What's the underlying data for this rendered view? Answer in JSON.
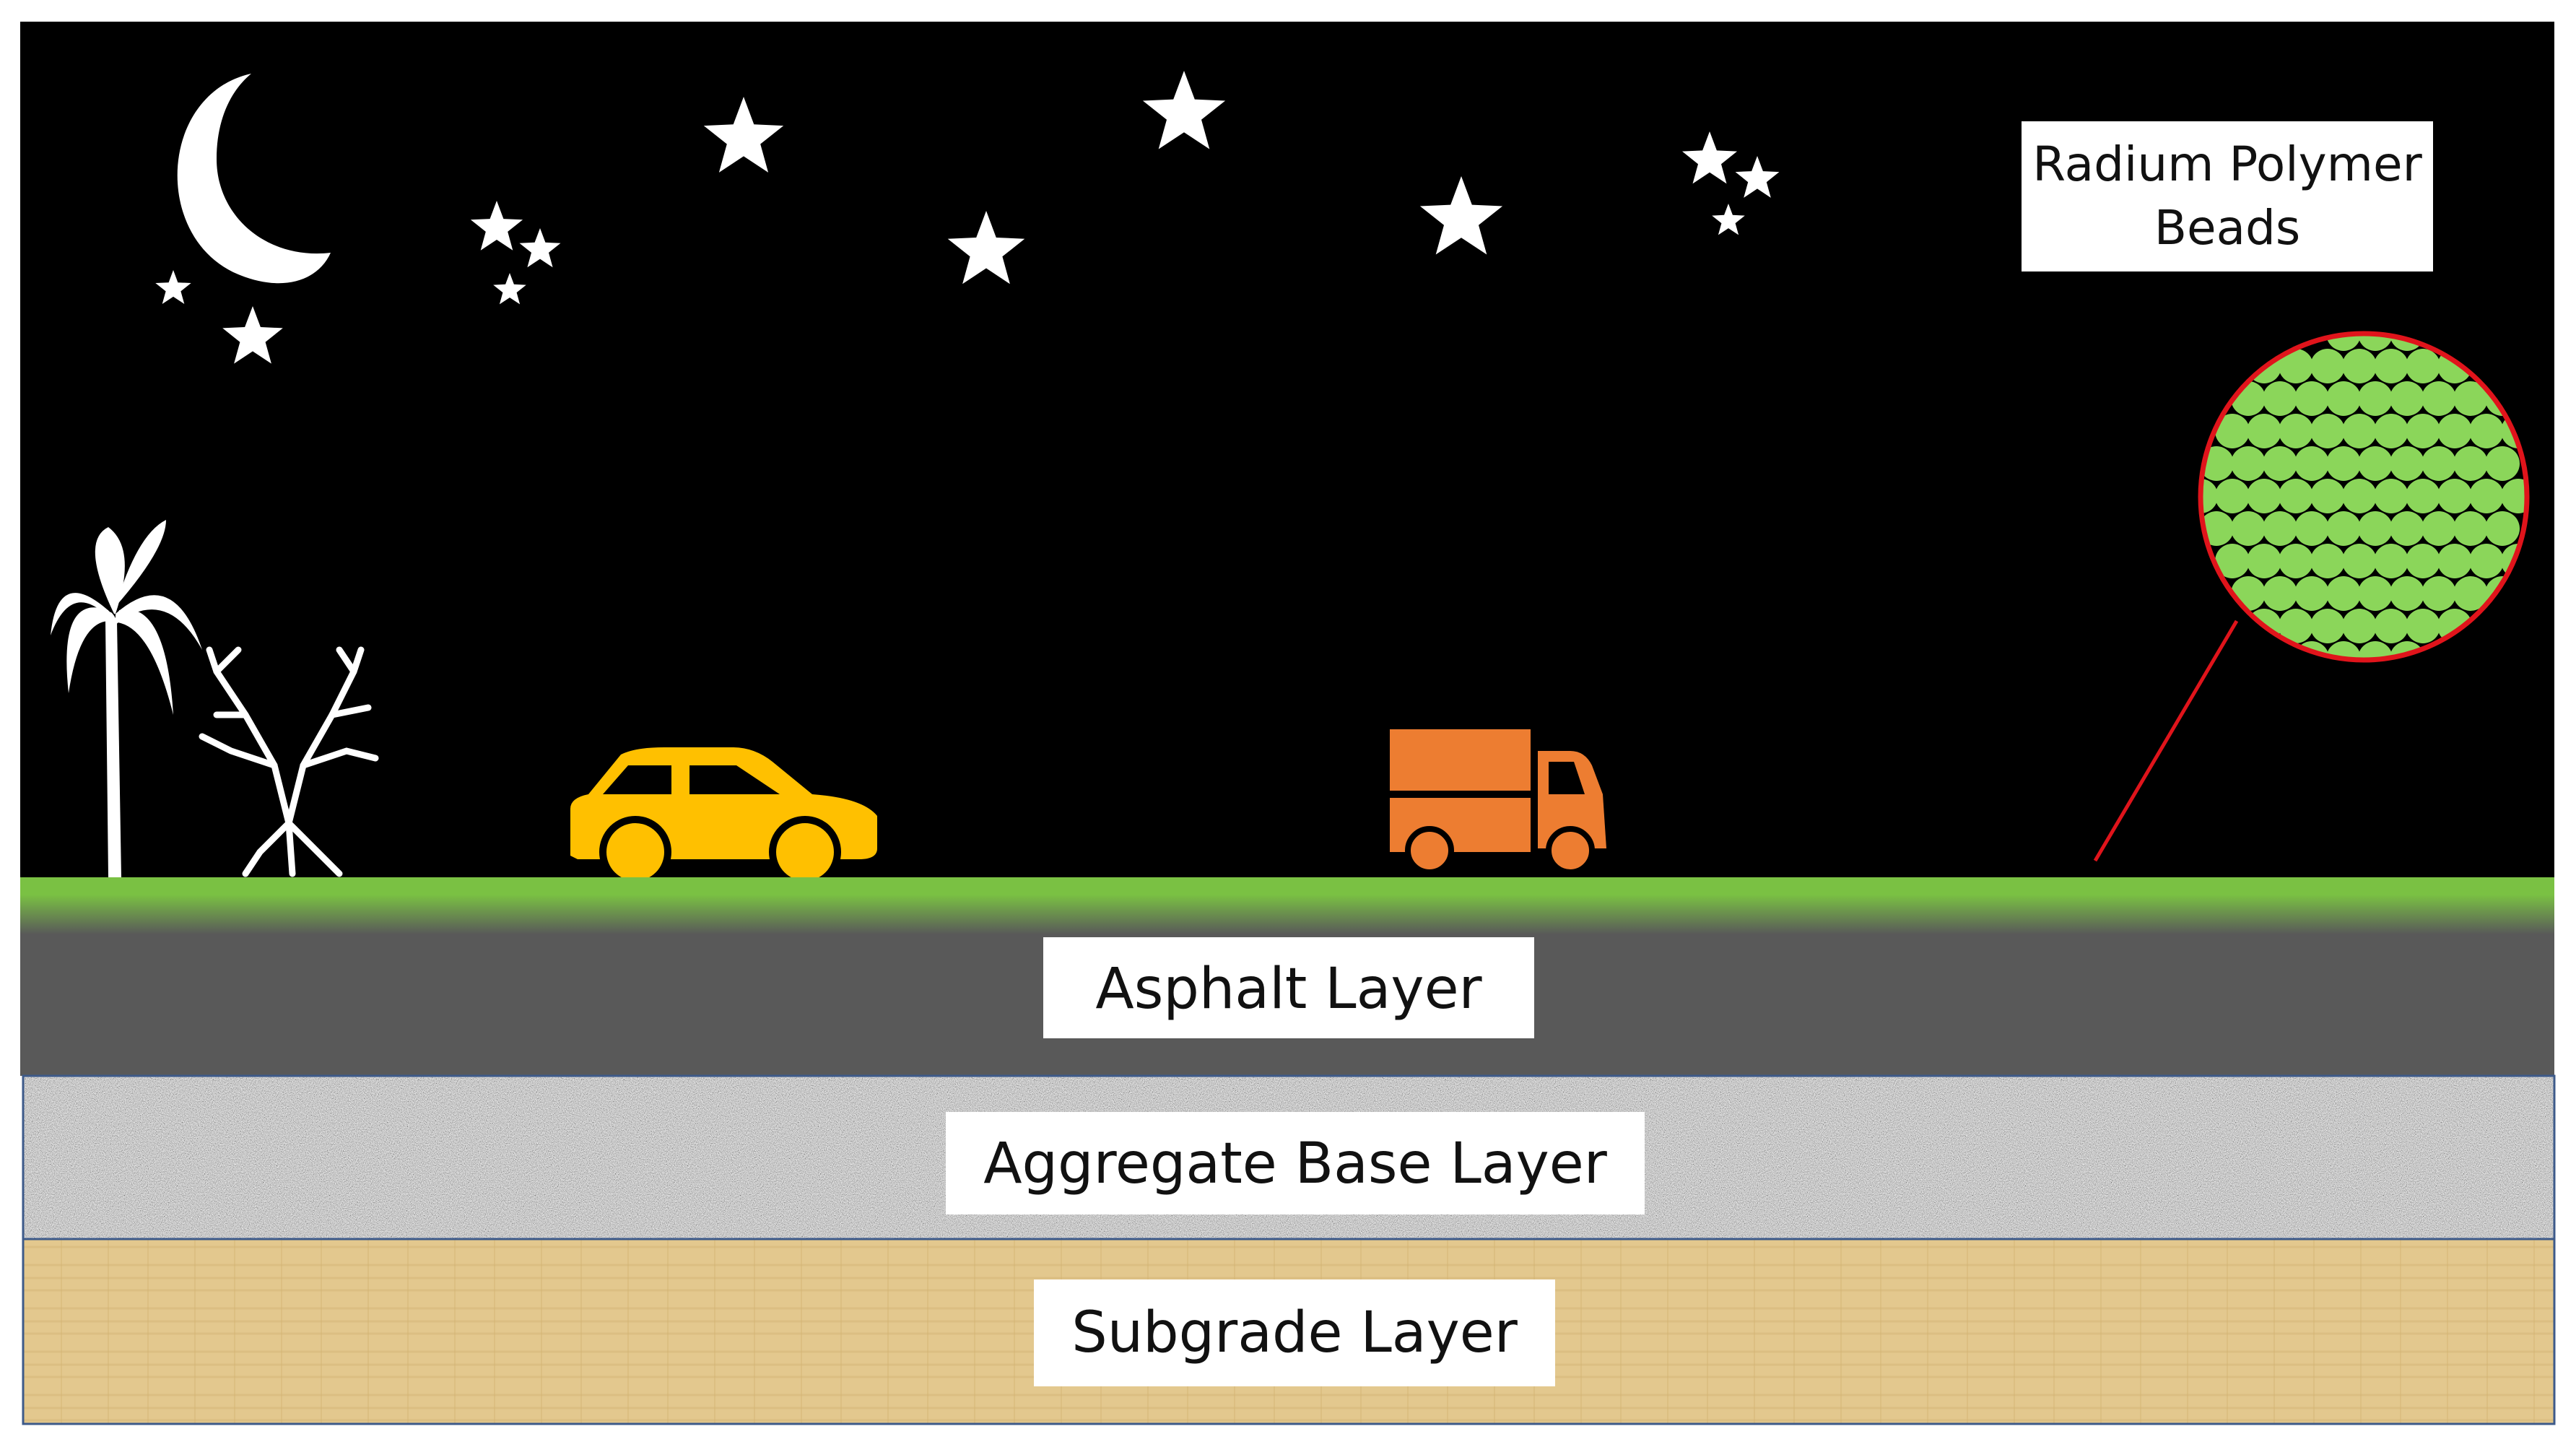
{
  "labels": {
    "beads": [
      "Radium Polymer",
      "Beads"
    ],
    "asphalt": "Asphalt Layer",
    "aggregate": "Aggregate Base Layer",
    "subgrade": "Subgrade Layer"
  },
  "colors": {
    "sky": "#000000",
    "road_surface": "#7ac143",
    "asphalt": "#595959",
    "aggregate_base": "#9c9c9c",
    "subgrade": "#e3c88e",
    "layer_border": "#3d5a8a",
    "car": "#ffc000",
    "truck": "#ed7d31",
    "beads": "#8bd65a",
    "zoom_circle": "#e0141b",
    "icons": "#ffffff"
  },
  "icons": [
    "moon-icon",
    "star-icon",
    "palm-tree-icon",
    "bare-tree-icon",
    "car-icon",
    "truck-icon"
  ]
}
